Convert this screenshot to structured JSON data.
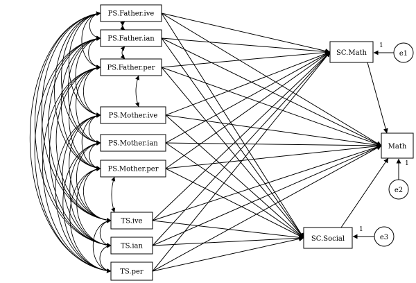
{
  "nodes": {
    "ps_father_ive": "PS.Father.ive",
    "ps_father_ian": "PS.Father.ian",
    "ps_father_per": "PS.Father.per",
    "ps_mother_ive": "PS.Mother.ive",
    "ps_mother_ian": "PS.Mother.ian",
    "ps_mother_per": "PS.Mother.per",
    "ts_ive": "TS.ive",
    "ts_ian": "TS.ian",
    "ts_per": "TS.per",
    "sc_math": "SC.Math",
    "sc_social": "SC.Social",
    "math": "Math"
  },
  "errors": {
    "e1": "e1",
    "e2": "e2",
    "e3": "e3"
  },
  "error_path_labels": {
    "e1": "1",
    "e2": "1",
    "e3": "1"
  }
}
